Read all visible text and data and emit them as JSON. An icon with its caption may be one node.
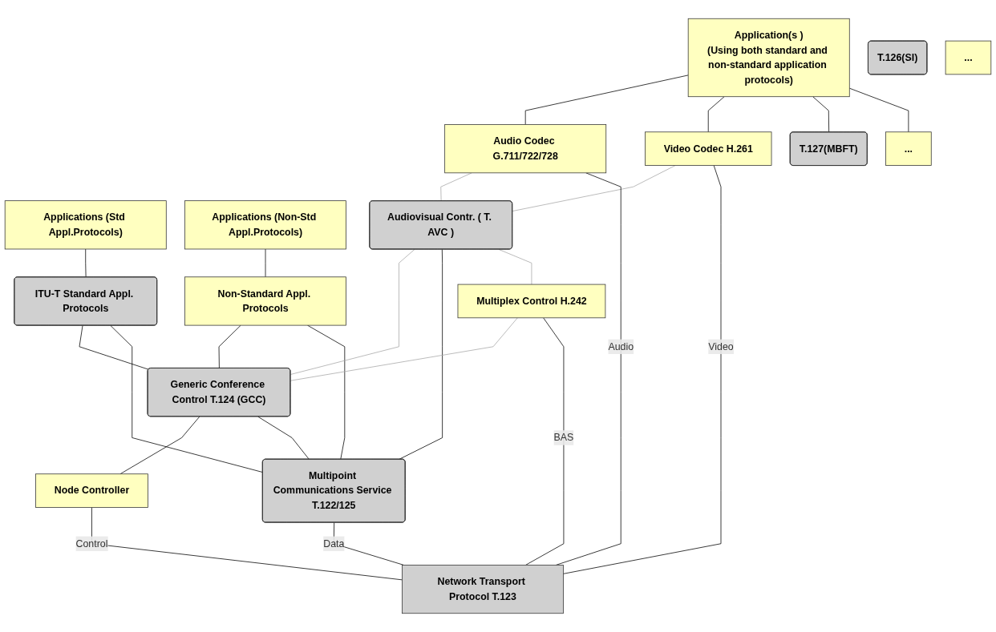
{
  "diagram": {
    "nodes": [
      {
        "text": [
          "Application(s )",
          "(Using both standard and non-standard application protocols)"
        ]
      },
      {
        "text": [
          "Applications (Std Appl.Protocols)"
        ]
      },
      {
        "text": [
          "Applications (Non-Std Appl.Protocols)"
        ]
      },
      {
        "text": [
          "Audio Codec G.711/722/728"
        ]
      },
      {
        "text": [
          "Video Codec H.261"
        ]
      },
      {
        "text": [
          "T.127(MBFT)"
        ]
      },
      {
        "text": [
          "T.126(SI)"
        ]
      },
      {
        "text": [
          "ITU-T Standard Appl. Protocols"
        ]
      },
      {
        "text": [
          "..."
        ]
      },
      {
        "text": [
          "..."
        ]
      },
      {
        "text": [
          "Non-Standard Appl. Protocols"
        ]
      },
      {
        "text": [
          "Audiovisual Contr. ( T. AVC )"
        ]
      },
      {
        "text": [
          "Generic Conference Control T.124 (GCC)"
        ]
      },
      {
        "text": [
          "Node Controller"
        ]
      },
      {
        "text": [
          "Multipoint Communications Service T.122/125"
        ]
      },
      {
        "text": [
          "Multiplex Control H.242"
        ]
      },
      {
        "text": [
          "Network Transport Protocol T.123"
        ]
      }
    ],
    "edges": [
      {
        "from": 0,
        "to": 3,
        "arrow": "none"
      },
      {
        "from": 0,
        "to": 4,
        "arrow": "none"
      },
      {
        "from": 0,
        "to": 5,
        "arrow": "none"
      },
      {
        "from": 0,
        "to": 8,
        "arrow": "none"
      },
      {
        "from": 1,
        "to": 7,
        "arrow": "none"
      },
      {
        "from": 2,
        "to": 10,
        "arrow": "none"
      },
      {
        "from": 3,
        "to": 11,
        "arrow": "none",
        "color": "#a6a6a6"
      },
      {
        "from": 4,
        "to": 11,
        "arrow": "none",
        "color": "#a6a6a6"
      },
      {
        "from": 7,
        "to": 12,
        "arrow": "none"
      },
      {
        "from": 7,
        "to": 14,
        "arrow": "none"
      },
      {
        "from": 10,
        "to": 12,
        "arrow": "none"
      },
      {
        "from": 10,
        "to": 14,
        "arrow": "none"
      },
      {
        "from": 11,
        "to": 12,
        "arrow": "none",
        "color": "#a6a6a6"
      },
      {
        "from": 11,
        "to": 14,
        "arrow": "none"
      },
      {
        "from": 11,
        "to": 15,
        "arrow": "none",
        "color": "#a6a6a6"
      },
      {
        "from": 15,
        "to": 12,
        "arrow": "none",
        "color": "#a6a6a6"
      },
      {
        "from": 12,
        "to": 13,
        "arrow": "none"
      },
      {
        "from": 12,
        "to": 14,
        "arrow": "none"
      },
      {
        "from": 3,
        "to": 16,
        "label": "Audio",
        "arrow": "none"
      },
      {
        "from": 15,
        "to": 16,
        "label": "BAS",
        "arrow": "none"
      },
      {
        "from": 4,
        "to": 16,
        "label": "Video",
        "arrow": "none"
      },
      {
        "from": 14,
        "to": 16,
        "label": "Data",
        "arrow": "none"
      },
      {
        "from": 13,
        "to": 16,
        "label": "Control",
        "arrow": "none"
      }
    ]
  }
}
